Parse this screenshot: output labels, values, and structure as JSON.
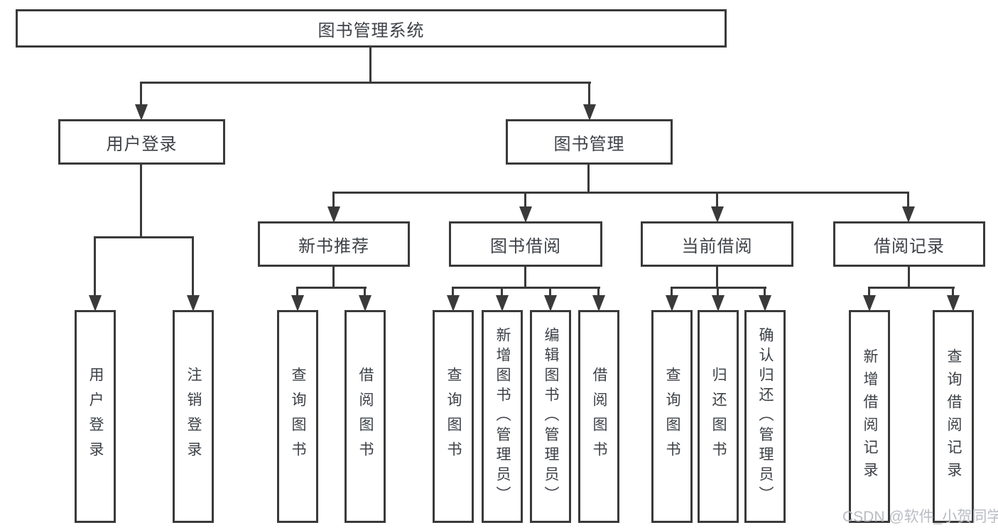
{
  "tree": {
    "root": "图书管理系统",
    "branches": [
      {
        "label": "用户登录",
        "children": [
          "用户登录",
          "注销登录"
        ]
      },
      {
        "label": "图书管理",
        "groups": [
          {
            "label": "新书推荐",
            "children": [
              "查询图书",
              "借阅图书"
            ]
          },
          {
            "label": "图书借阅",
            "children": [
              "查询图书",
              "新增图书（管理员）",
              "编辑图书（管理员）",
              "借阅图书"
            ]
          },
          {
            "label": "当前借阅",
            "children": [
              "查询图书",
              "归还图书",
              "确认归还（管理员）"
            ]
          },
          {
            "label": "借阅记录",
            "children": [
              "新增借阅记录",
              "查询借阅记录"
            ]
          }
        ]
      }
    ]
  },
  "watermark": "CSDN @软件_小贺同学",
  "colors": {
    "line": "#3a3a3a",
    "text": "#3d4146",
    "watermark": "#b9bcc2",
    "background": "#ffffff"
  }
}
